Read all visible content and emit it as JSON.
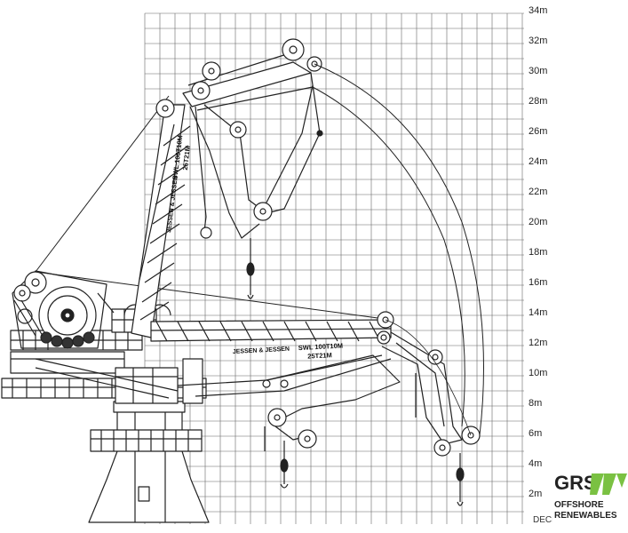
{
  "diagram": {
    "axis_labels": [
      "2m",
      "4m",
      "6m",
      "8m",
      "10m",
      "12m",
      "14m",
      "16m",
      "18m",
      "20m",
      "22m",
      "24m",
      "26m",
      "28m",
      "30m",
      "32m",
      "34m"
    ],
    "deck_label": "DECK",
    "plates": [
      {
        "brand": "JESSEN & JESSEN",
        "swl_line1": "SWL 100T10M",
        "swl_line2": "25T21M"
      },
      {
        "brand": "JESSEN & JESSEN",
        "swl_line1": "SWL 100T10M",
        "swl_line2": "25T21M"
      }
    ]
  },
  "logo": {
    "letters": "GRS",
    "line1": "OFFSHORE",
    "line2": "RENEWABLES",
    "accent_color": "#7ac142"
  }
}
